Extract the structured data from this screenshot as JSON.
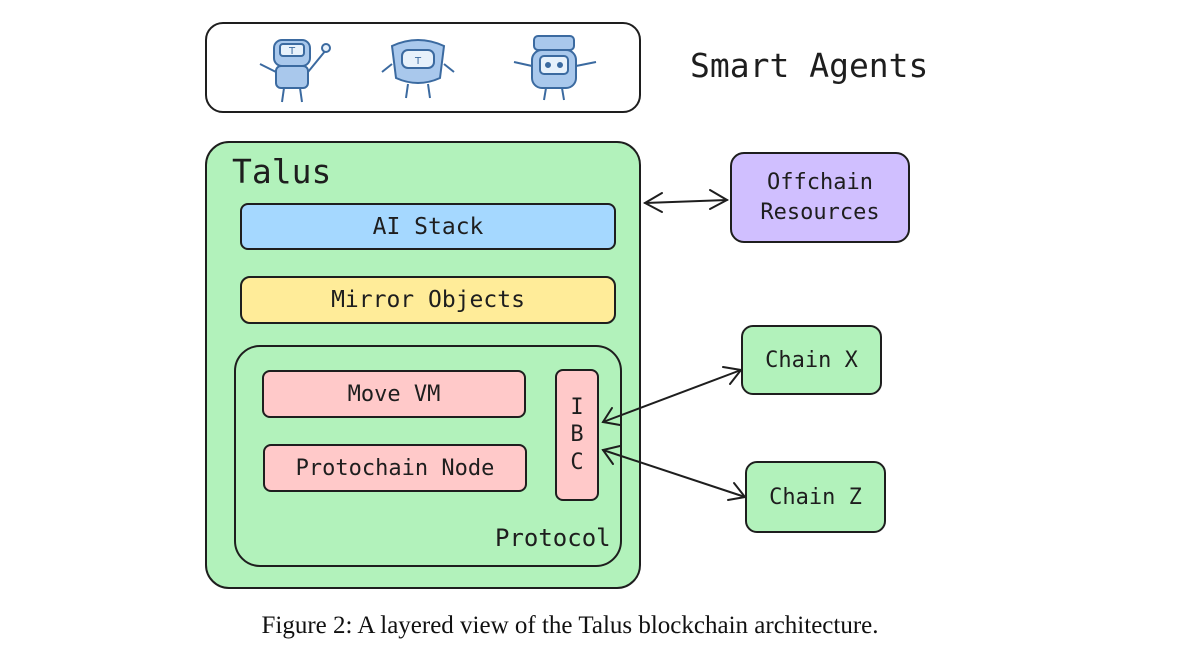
{
  "layers": {
    "smart_agents_label": "Smart Agents",
    "talus_label": "Talus",
    "ai_stack": "AI Stack",
    "mirror_objects": "Mirror Objects",
    "protocol_label": "Protocol",
    "move_vm": "Move VM",
    "protochain_node": "Protochain Node",
    "ibc": [
      "I",
      "B",
      "C"
    ]
  },
  "external": {
    "offchain_line1": "Offchain",
    "offchain_line2": "Resources",
    "chain_x": "Chain X",
    "chain_z": "Chain Z"
  },
  "caption": "Figure 2: A layered view of the Talus blockchain architecture.",
  "icons": [
    "robot-agent-icon",
    "robot-agent-icon",
    "robot-agent-icon"
  ],
  "colors": {
    "talus_green": "#b2f2bb",
    "ai_stack_blue": "#a5d8ff",
    "mirror_yellow": "#ffec99",
    "protocol_pink": "#ffc9c9",
    "offchain_purple": "#d0bfff"
  }
}
